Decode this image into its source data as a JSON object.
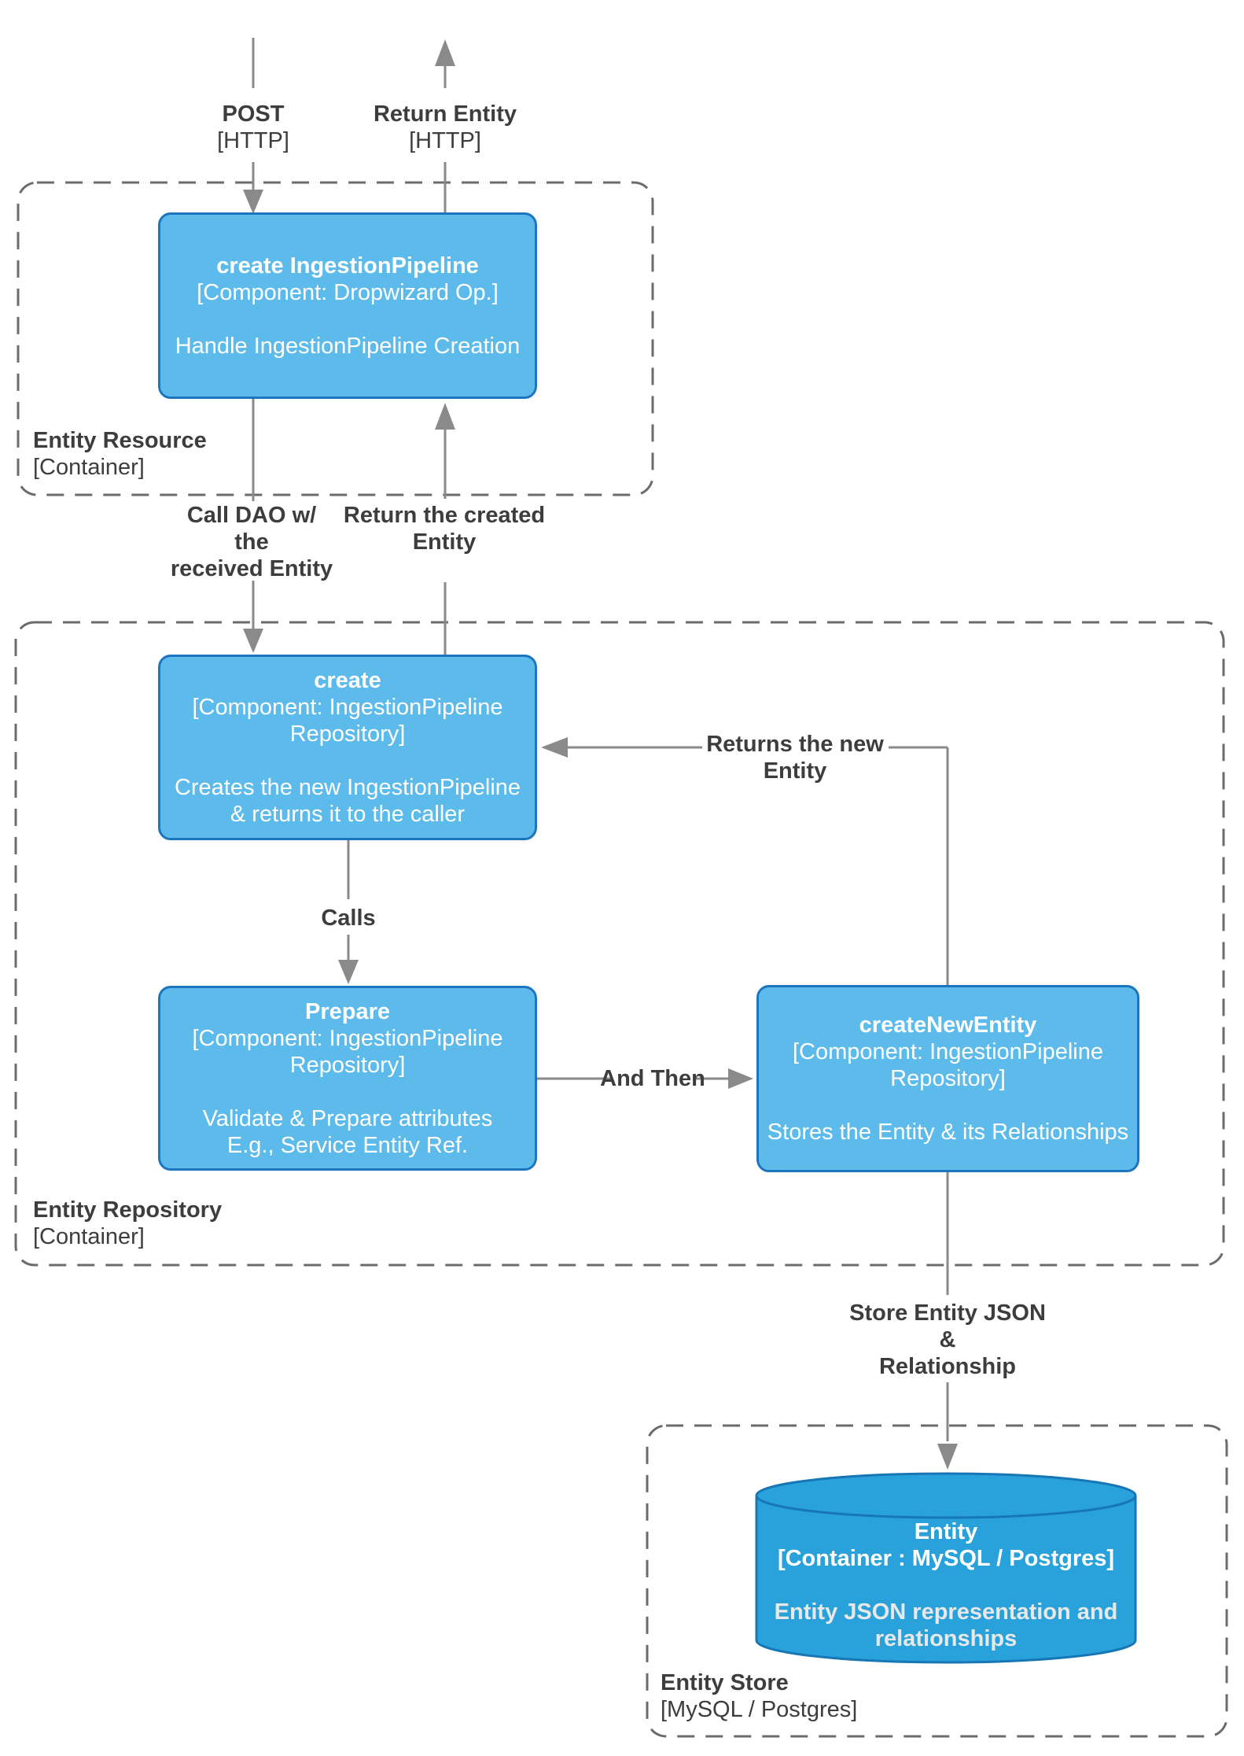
{
  "colors": {
    "node_fill": "#5dbbeb",
    "node_border": "#1d76bd",
    "db_fill": "#29a2db",
    "db_border": "#1776b4",
    "wire_gray": "#8a8a8a",
    "dash_gray": "#6b6b6b",
    "text_dark": "#3d3d3d"
  },
  "containers": {
    "entity_resource": {
      "title": "Entity Resource",
      "type": "[Container]"
    },
    "entity_repository": {
      "title": "Entity Repository",
      "type": "[Container]"
    },
    "entity_store": {
      "title": "Entity Store",
      "type": "[MySQL / Postgres]"
    }
  },
  "nodes": {
    "create_ingestion_pipeline": {
      "title": "create IngestionPipeline",
      "component_lines": [
        "[Component: Dropwizard Op.]"
      ],
      "desc_lines": [
        "Handle IngestionPipeline Creation"
      ]
    },
    "create": {
      "title": "create",
      "component_lines": [
        "[Component: IngestionPipeline",
        "Repository]"
      ],
      "desc_lines": [
        "Creates the new IngestionPipeline",
        "& returns it to the caller"
      ]
    },
    "prepare": {
      "title": "Prepare",
      "component_lines": [
        "[Component: IngestionPipeline",
        "Repository]"
      ],
      "desc_lines": [
        "Validate & Prepare attributes",
        "E.g., Service Entity Ref."
      ]
    },
    "create_new_entity": {
      "title": "createNewEntity",
      "component_lines": [
        "[Component: IngestionPipeline",
        "Repository]"
      ],
      "desc_lines": [
        "Stores the Entity & its Relationships"
      ]
    },
    "entity_db": {
      "title": "Entity",
      "component_lines": [
        "[Container : MySQL / Postgres]"
      ],
      "desc_lines": [
        "Entity JSON representation and",
        "relationships"
      ]
    }
  },
  "edges": {
    "post": {
      "lines": [
        "POST",
        "[HTTP]"
      ]
    },
    "return_entity": {
      "lines": [
        "Return Entity",
        "[HTTP]"
      ]
    },
    "call_dao": {
      "lines": [
        "Call DAO w/",
        "the",
        "received Entity"
      ]
    },
    "return_created": {
      "lines": [
        "Return the created",
        "Entity"
      ]
    },
    "calls": {
      "lines": [
        "Calls"
      ]
    },
    "and_then": {
      "lines": [
        "And Then"
      ]
    },
    "returns_new": {
      "lines": [
        "Returns the new",
        "Entity"
      ]
    },
    "store_json": {
      "lines": [
        "Store Entity JSON",
        "&",
        "Relationship"
      ]
    }
  }
}
